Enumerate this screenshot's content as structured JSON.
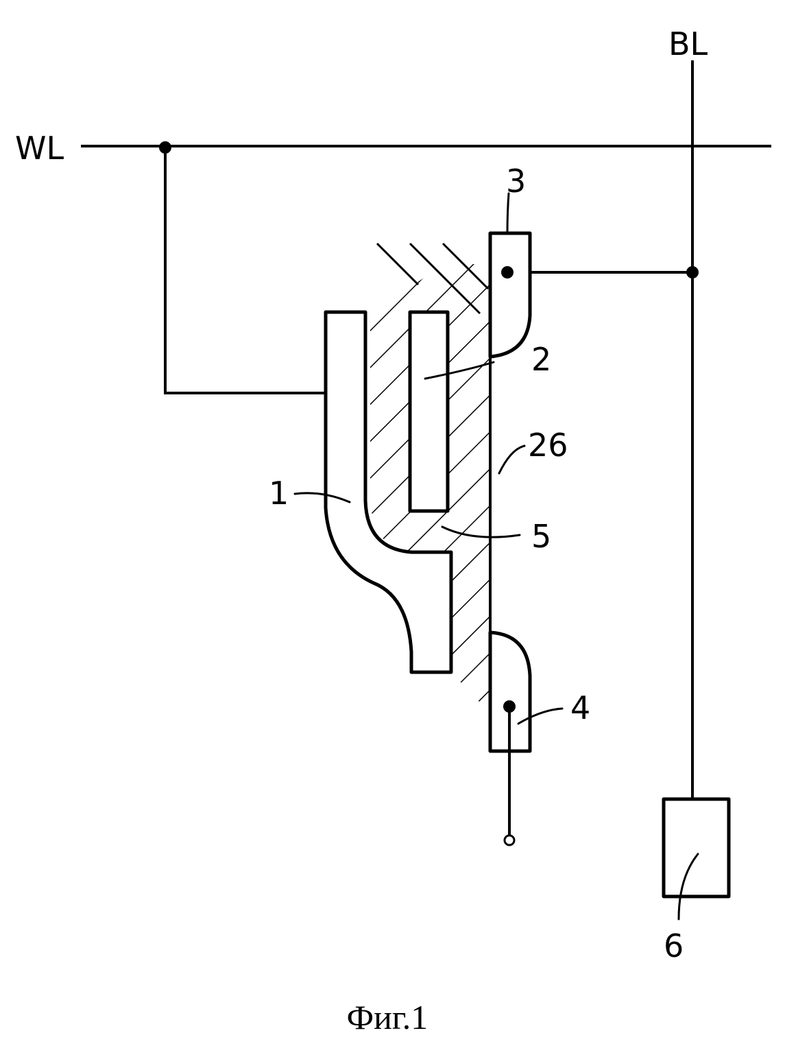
{
  "labels": {
    "word_line": "WL",
    "bit_line": "BL",
    "n1": "1",
    "n2": "2",
    "n3": "3",
    "n4": "4",
    "n5": "5",
    "n6": "6",
    "n26": "26"
  },
  "caption": "Фиг.1"
}
